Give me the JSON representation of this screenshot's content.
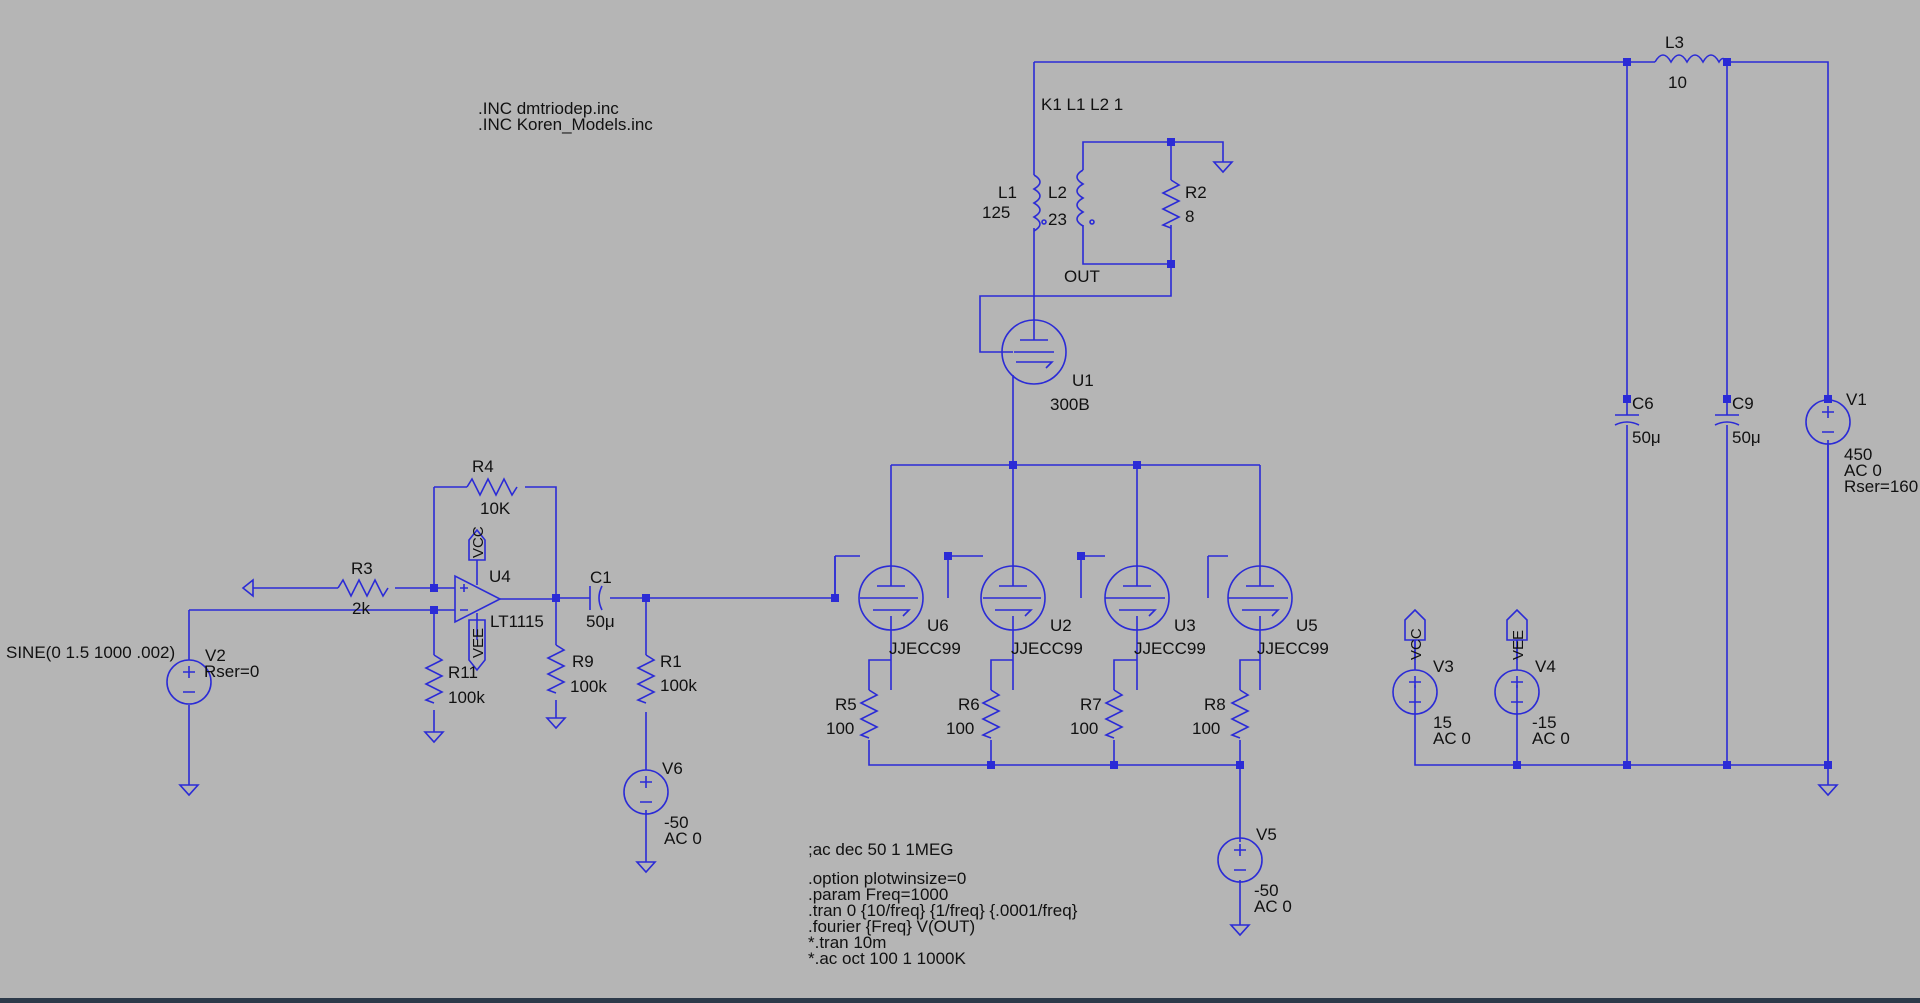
{
  "includes": [
    ".INC dmtriodep.inc",
    ".INC Koren_Models.inc"
  ],
  "coupling": "K1 L1 L2 1",
  "labels": {
    "L1": {
      "name": "L1",
      "value": "125"
    },
    "L2": {
      "name": "L2",
      "value": "23"
    },
    "R2": {
      "name": "R2",
      "value": "8"
    },
    "L3": {
      "name": "L3",
      "value": "10"
    },
    "U1": {
      "name": "U1",
      "value": "300B"
    },
    "OUT": "OUT",
    "C6": {
      "name": "C6",
      "value": "50μ"
    },
    "C9": {
      "name": "C9",
      "value": "50μ"
    },
    "V1": {
      "name": "V1",
      "lines": [
        "450",
        "AC 0",
        "Rser=160"
      ]
    },
    "R4": {
      "name": "R4",
      "value": "10K"
    },
    "R3": {
      "name": "R3",
      "value": "2k"
    },
    "U4": {
      "name": "U4",
      "value": "LT1115"
    },
    "VCC_flag": "VCC",
    "VEE_flag": "VEE",
    "C1": {
      "name": "C1",
      "value": "50μ"
    },
    "R1": {
      "name": "R1",
      "value": "100k"
    },
    "R9": {
      "name": "R9",
      "value": "100k"
    },
    "R11": {
      "name": "R11",
      "value": "100k"
    },
    "V2": {
      "name": "V2",
      "spec": "SINE(0 1.5 1000 .002)",
      "rser": "Rser=0"
    },
    "V6": {
      "name": "V6",
      "lines": [
        "-50",
        "AC 0"
      ]
    },
    "U6": {
      "name": "U6",
      "value": "JJECC99"
    },
    "U2": {
      "name": "U2",
      "value": "JJECC99"
    },
    "U3": {
      "name": "U3",
      "value": "JJECC99"
    },
    "U5": {
      "name": "U5",
      "value": "JJECC99"
    },
    "R5": {
      "name": "R5",
      "value": "100"
    },
    "R6": {
      "name": "R6",
      "value": "100"
    },
    "R7": {
      "name": "R7",
      "value": "100"
    },
    "R8": {
      "name": "R8",
      "value": "100"
    },
    "V5": {
      "name": "V5",
      "lines": [
        "-50",
        "AC 0"
      ]
    },
    "V3": {
      "name": "V3",
      "lines": [
        "15",
        "AC 0"
      ]
    },
    "V4": {
      "name": "V4",
      "lines": [
        "-15",
        "AC 0"
      ]
    }
  },
  "directives": [
    ";ac dec 50 1 1MEG",
    "",
    ".option plotwinsize=0",
    ".param Freq=1000",
    ".tran 0 {10/freq} {1/freq} {.0001/freq}",
    ".fourier {Freq} V(OUT)",
    "*.tran 10m",
    "*.ac oct 100 1 1000K"
  ],
  "colors": {
    "background": "#b5b5b5",
    "wire": "#2b2bd6",
    "text": "#111111"
  }
}
